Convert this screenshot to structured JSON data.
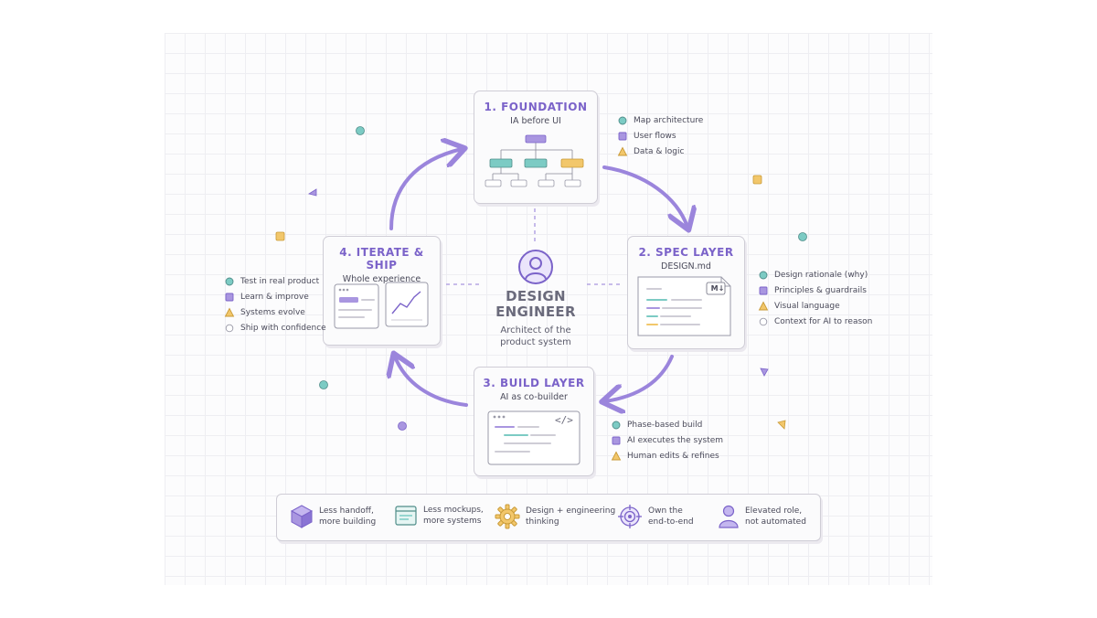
{
  "center": {
    "title_line1": "DESIGN",
    "title_line2": "ENGINEER",
    "subtitle_line1": "Architect of the",
    "subtitle_line2": "product system"
  },
  "stages": [
    {
      "title": "1. FOUNDATION",
      "subtitle": "IA before UI",
      "items": [
        {
          "text": "Map architecture",
          "shape": "circle",
          "color": "#7ccbc4"
        },
        {
          "text": "User flows",
          "shape": "square",
          "color": "#a996e0"
        },
        {
          "text": "Data & logic",
          "shape": "triangle",
          "color": "#f2c76b"
        }
      ]
    },
    {
      "title": "2. SPEC LAYER",
      "subtitle": "DESIGN.md",
      "badge": "M↓",
      "items": [
        {
          "text": "Design rationale (why)",
          "shape": "circle",
          "color": "#7ccbc4"
        },
        {
          "text": "Principles & guardrails",
          "shape": "square",
          "color": "#a996e0"
        },
        {
          "text": "Visual language",
          "shape": "triangle",
          "color": "#f2c76b"
        },
        {
          "text": "Context for AI to reason",
          "shape": "ring",
          "color": "#bdbcc6"
        }
      ]
    },
    {
      "title": "3. BUILD LAYER",
      "subtitle": "AI as co-builder",
      "badge": "</>",
      "items": [
        {
          "text": "Phase-based build",
          "shape": "circle",
          "color": "#7ccbc4"
        },
        {
          "text": "AI executes the system",
          "shape": "square",
          "color": "#a996e0"
        },
        {
          "text": "Human edits & refines",
          "shape": "triangle",
          "color": "#f2c76b"
        }
      ]
    },
    {
      "title": "4. ITERATE & SHIP",
      "subtitle": "Whole experience",
      "items": [
        {
          "text": "Test in real product",
          "shape": "circle",
          "color": "#7ccbc4"
        },
        {
          "text": "Learn & improve",
          "shape": "square",
          "color": "#a996e0"
        },
        {
          "text": "Systems evolve",
          "shape": "triangle",
          "color": "#f2c76b"
        },
        {
          "text": "Ship with confidence",
          "shape": "ring",
          "color": "#bdbcc6"
        }
      ]
    }
  ],
  "benefits": [
    {
      "line1": "Less handoff,",
      "line2": "more building",
      "icon": "cube-icon"
    },
    {
      "line1": "Less mockups,",
      "line2": "more systems",
      "icon": "browser-window-icon"
    },
    {
      "line1": "Design + engineering",
      "line2": "thinking",
      "icon": "gear-icon"
    },
    {
      "line1": "Own the",
      "line2": "end-to-end",
      "icon": "target-icon"
    },
    {
      "line1": "Elevated role,",
      "line2": "not automated",
      "icon": "person-icon"
    }
  ],
  "colors": {
    "accent": "#7b63c9",
    "arrow": "#9b85dc",
    "teal": "#7ccbc4",
    "lavender": "#a996e0",
    "yellow": "#f2c76b",
    "border": "#cfcdd6"
  }
}
